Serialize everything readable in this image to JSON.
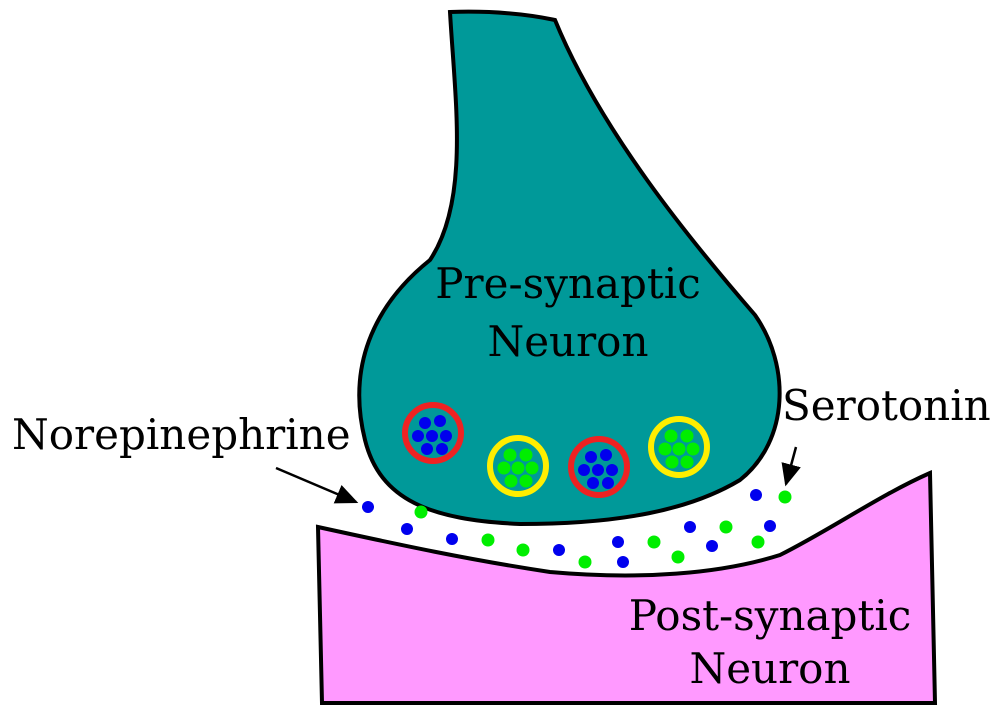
{
  "labels": {
    "pre_line1": "Pre-synaptic",
    "pre_line2": "Neuron",
    "post_line1": "Post-synaptic",
    "post_line2": "Neuron",
    "norepinephrine": "Norepinephrine",
    "serotonin": "Serotonin"
  },
  "colors": {
    "pre_neuron": "#009999",
    "post_neuron": "#ff99ff",
    "norepinephrine": "#0000ee",
    "serotonin": "#00ee00",
    "norepinephrine_vesicle": "#ee2222",
    "serotonin_vesicle": "#ffee00",
    "outline": "#000000"
  },
  "icons": {
    "norepinephrine_vesicle": "red-ring-vesicle-with-blue-dots",
    "serotonin_vesicle": "yellow-ring-vesicle-with-green-dots",
    "norepinephrine_molecule": "blue-dot",
    "serotonin_molecule": "green-dot"
  }
}
